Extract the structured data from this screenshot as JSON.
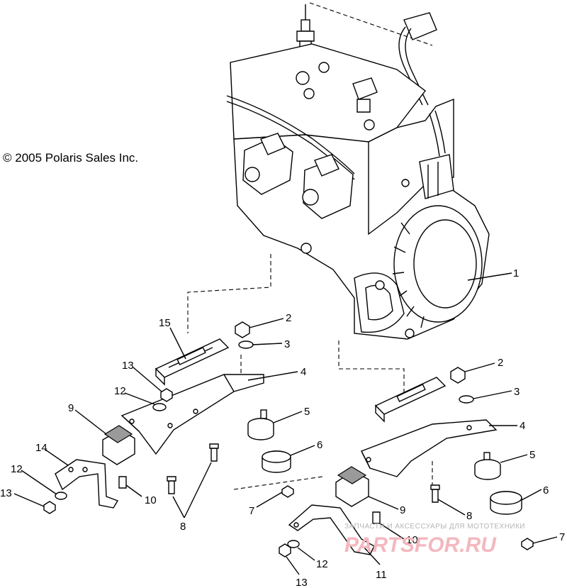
{
  "copyright": "© 2005 Polaris Sales Inc.",
  "watermark": {
    "tagline": "ЗАПЧАСТИ И АКСЕССУАРЫ ДЛЯ МОТОТЕХНИКИ",
    "brand": "PARTSFOR.RU",
    "brand_color": "#f3b8bf"
  },
  "callouts": [
    {
      "id": "c1",
      "text": "1"
    },
    {
      "id": "c2a",
      "text": "2"
    },
    {
      "id": "c3a",
      "text": "3"
    },
    {
      "id": "c15",
      "text": "15"
    },
    {
      "id": "c13a",
      "text": "13"
    },
    {
      "id": "c4a",
      "text": "4"
    },
    {
      "id": "c12a",
      "text": "12"
    },
    {
      "id": "c5a",
      "text": "5"
    },
    {
      "id": "c9a",
      "text": "9"
    },
    {
      "id": "c6a",
      "text": "6"
    },
    {
      "id": "c14",
      "text": "14"
    },
    {
      "id": "c12b",
      "text": "12"
    },
    {
      "id": "c10a",
      "text": "10"
    },
    {
      "id": "c13b",
      "text": "13"
    },
    {
      "id": "c7a",
      "text": "7"
    },
    {
      "id": "c8a",
      "text": "8"
    },
    {
      "id": "c2b",
      "text": "2"
    },
    {
      "id": "c3b",
      "text": "3"
    },
    {
      "id": "c4b",
      "text": "4"
    },
    {
      "id": "c5b",
      "text": "5"
    },
    {
      "id": "c6b",
      "text": "6"
    },
    {
      "id": "c8b",
      "text": "8"
    },
    {
      "id": "c9b",
      "text": "9"
    },
    {
      "id": "c7b",
      "text": "7"
    },
    {
      "id": "c10b",
      "text": "10"
    },
    {
      "id": "c12c",
      "text": "12"
    },
    {
      "id": "c11",
      "text": "11"
    },
    {
      "id": "c13c",
      "text": "13"
    }
  ]
}
